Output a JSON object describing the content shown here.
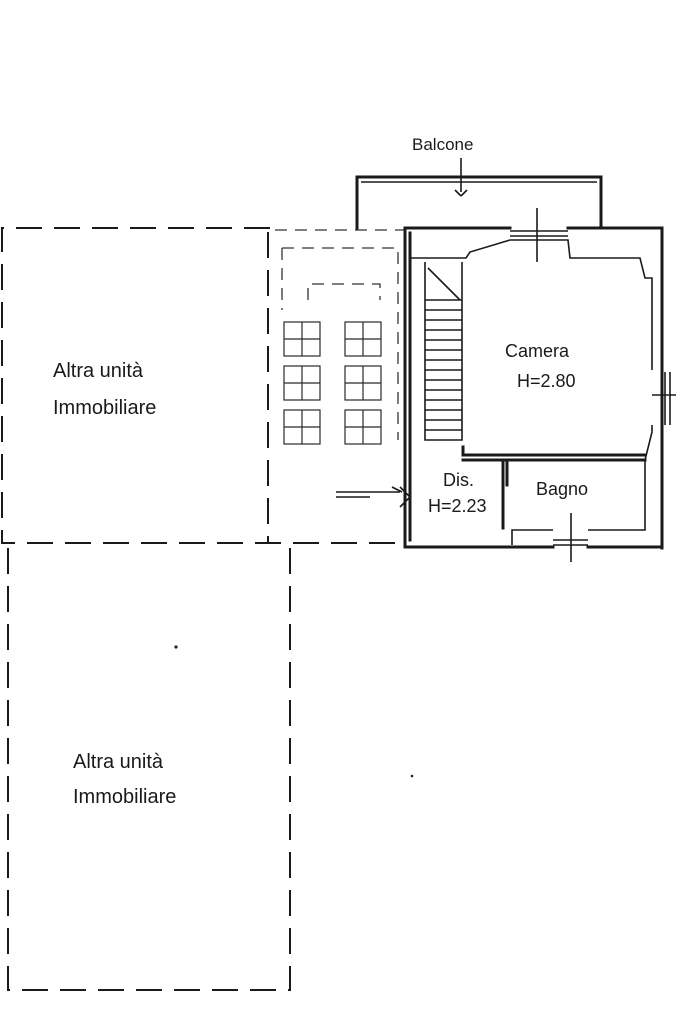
{
  "labels": {
    "balcone": "Balcone",
    "camera": "Camera",
    "camera_h": "H=2.80",
    "dis": "Dis.",
    "dis_h": "H=2.23",
    "bagno": "Bagno",
    "altra1_line1": "Altra unità",
    "altra1_line2": "Immobiliare",
    "altra2_line1": "Altra unità",
    "altra2_line2": "Immobiliare"
  }
}
